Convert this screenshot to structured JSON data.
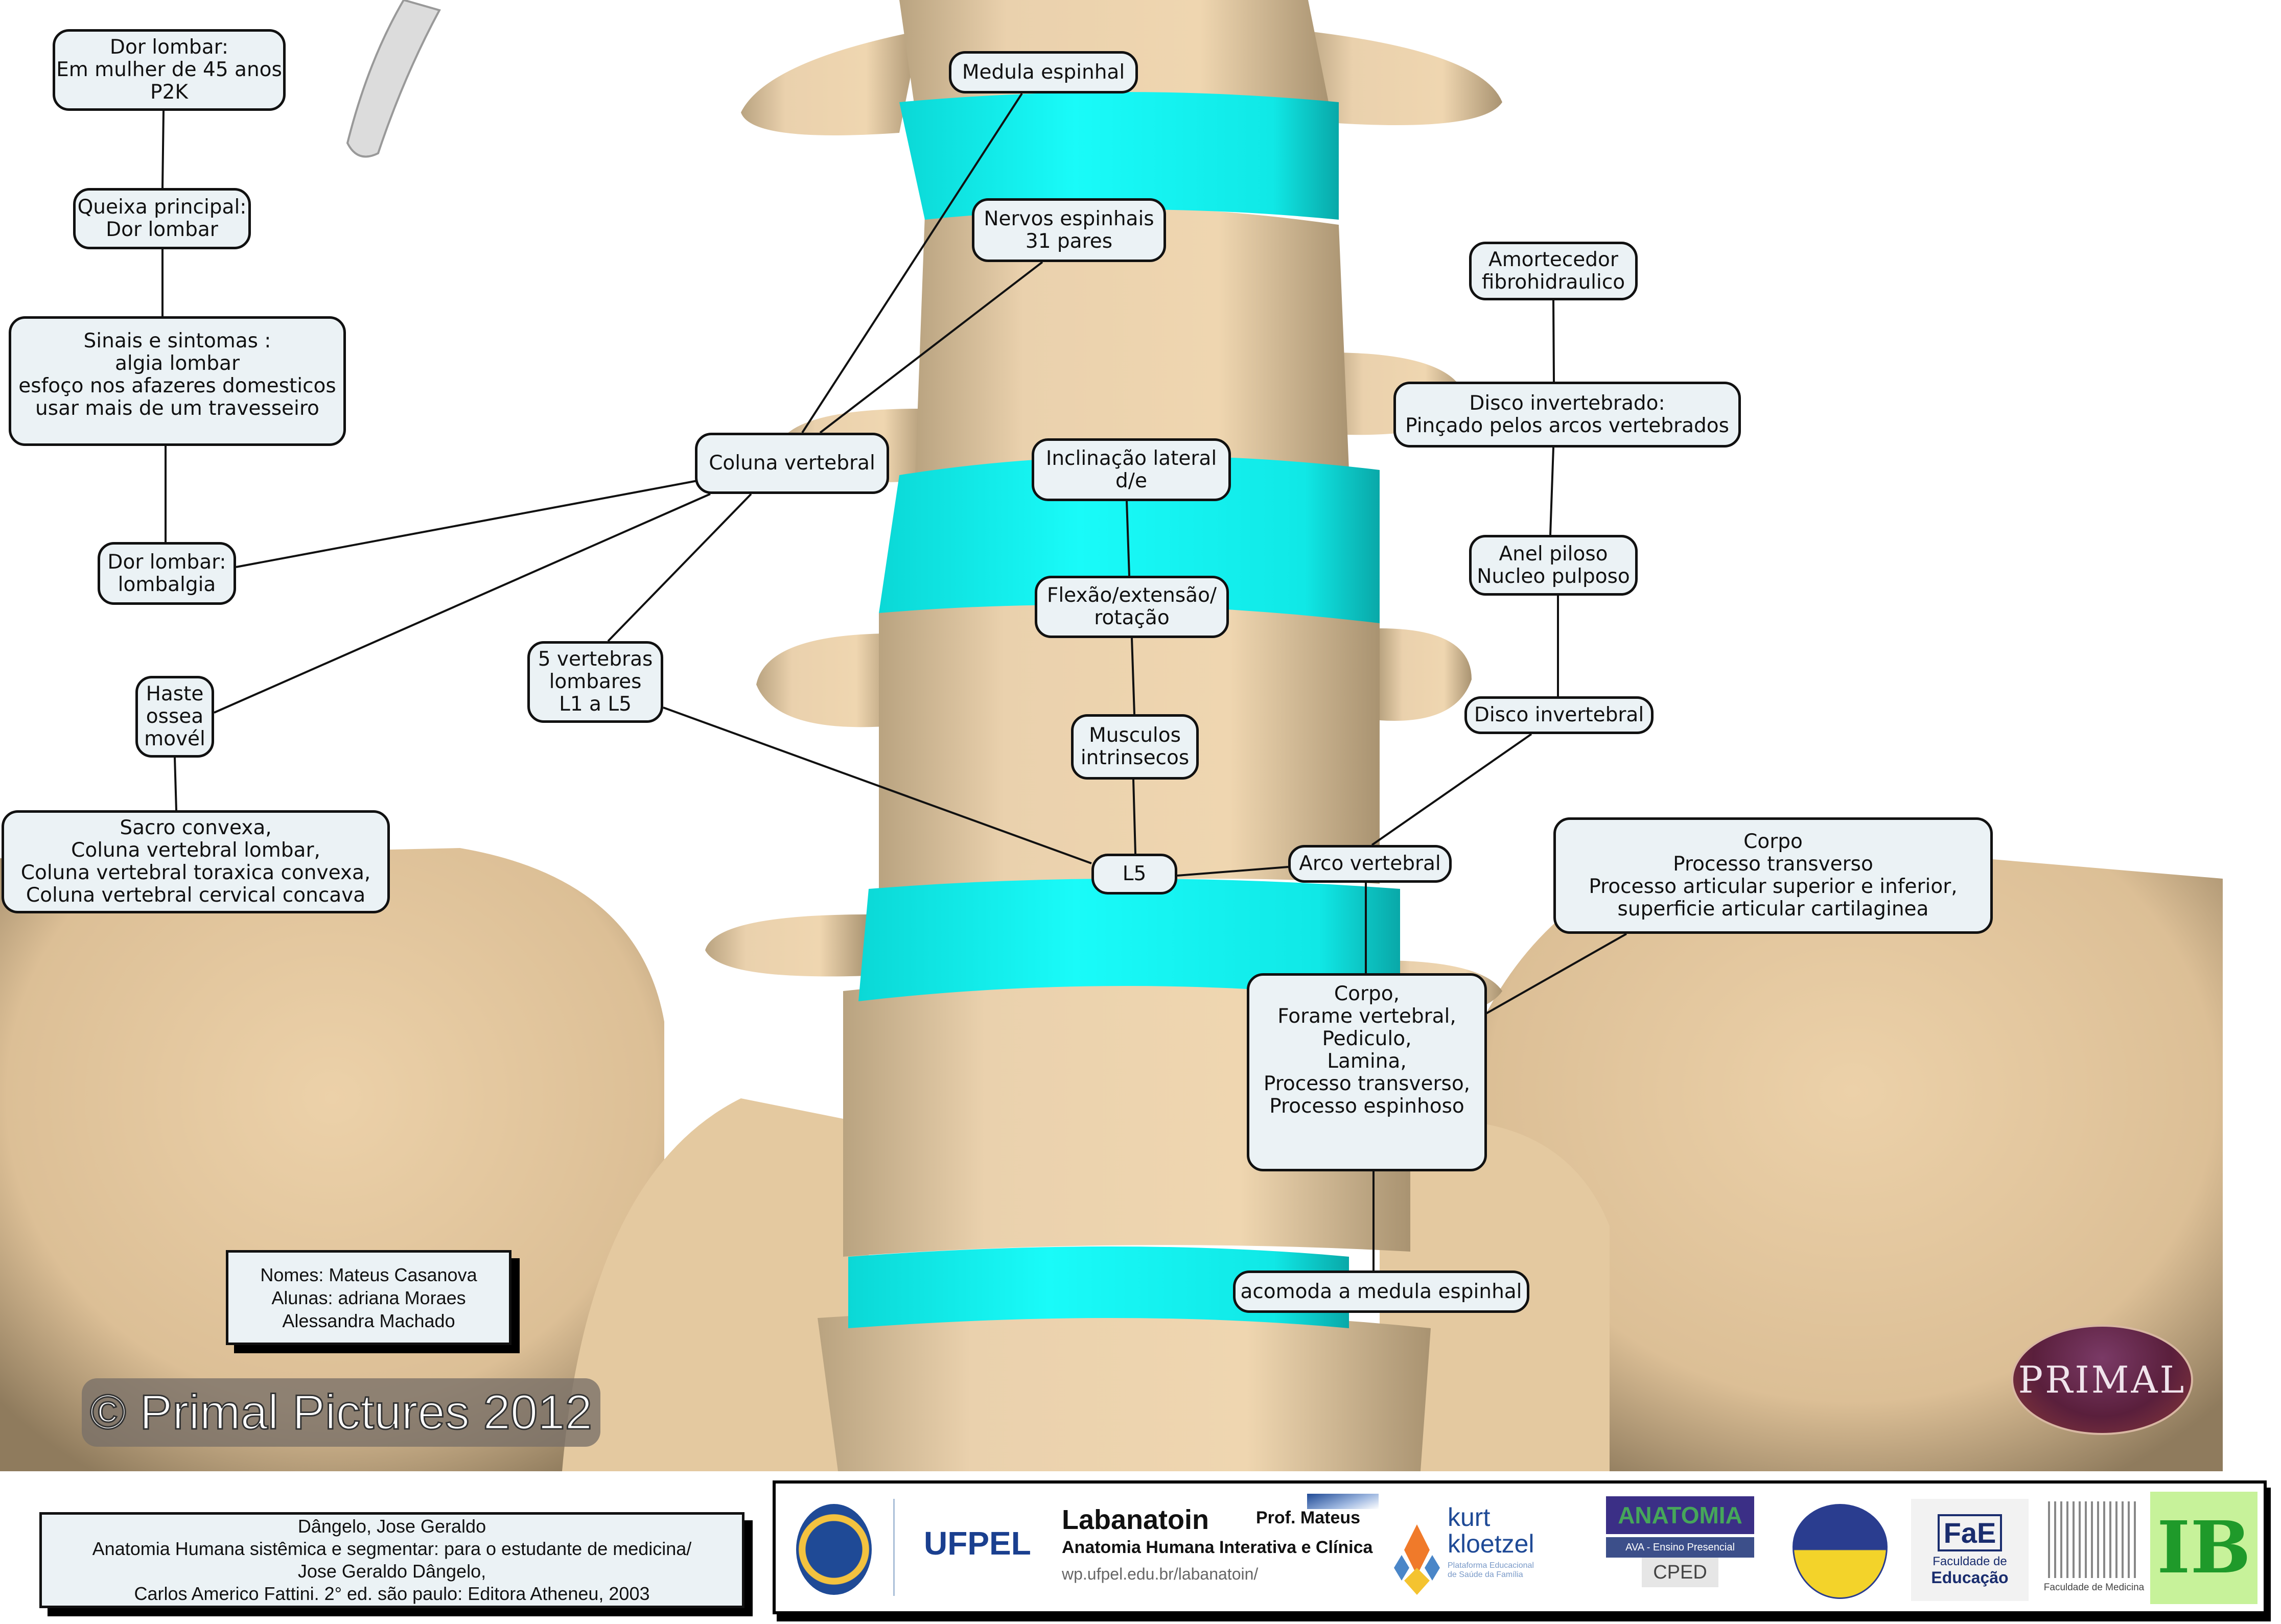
{
  "colors": {
    "bone": "#e9cfa8",
    "disc": "#14f0ee",
    "node_fill": "#ebf2f5",
    "node_border": "#111111",
    "primal_logo": "#5a1f3c"
  },
  "concept_map": {
    "nodes": {
      "dor_lombar_caso": "Dor lombar:\nEm mulher de 45 anos\nP2K",
      "queixa": "Queixa principal:\nDor lombar",
      "sinais": "Sinais e sintomas :\nalgia lombar\nesfoço nos afazeres domesticos\nusar mais de um travesseiro",
      "lombalgia": "Dor lombar:\nlombalgia",
      "haste": "Haste\nossea\nmovél",
      "sacro": "Sacro convexa,\nColuna vertebral lombar,\nColuna vertebral toraxica convexa,\nColuna vertebral cervical concava",
      "vertebras": "5 vertebras\nlombares\nL1 a L5",
      "coluna": "Coluna vertebral",
      "medula": "Medula espinhal",
      "nervos": "Nervos espinhais\n31 pares",
      "inclinacao": "Inclinação lateral\nd/e",
      "flexao": "Flexão/extensão/\nrotação",
      "musculos": "Musculos\nintrinsecos",
      "l5": "L5",
      "arco": "Arco vertebral",
      "amortecedor": "Amortecedor\nfibrohidraulico",
      "disco_pincado": "Disco invertebrado:\nPinçado pelos arcos vertebrados",
      "anel": "Anel piloso\nNucleo pulposo",
      "disco": "Disco invertebral",
      "corpo_processos": "Corpo\nProcesso transverso\nProcesso articular superior e inferior,\nsuperficie articular cartilaginea",
      "corpo_forame": "Corpo,\nForame vertebral,\nPediculo,\nLamina,\nProcesso transverso,\nProcesso espinhoso",
      "acomoda": "acomoda a medula espinhal"
    }
  },
  "authors": {
    "line1": "Nomes: Mateus Casanova",
    "line2": "Alunas: adriana Moraes",
    "line3": "Alessandra Machado"
  },
  "reference": {
    "line1": "Dângelo, Jose Geraldo",
    "line2": "Anatomia Humana sistêmica e segmentar: para o estudante de medicina/",
    "line3": "Jose Geraldo Dângelo,",
    "line4": "Carlos Americo Fattini. 2° ed. são paulo: Editora Atheneu, 2003"
  },
  "watermark": "© Primal Pictures 2012",
  "primal_logo": "PRIMAL",
  "logos": {
    "ufpel": "UFPEL",
    "labanatoin_title": "Labanatoin",
    "labanatoin_subtitle": "Anatomia Humana Interativa e Clínica",
    "labanatoin_url": "wp.ufpel.edu.br/labanatoin/",
    "prof": "Prof. Mateus",
    "kurt_name": "kurt\nkloetzel",
    "kurt_tagline": "Plataforma Educacional\nde Saúde da Família",
    "anatomia": "ANATOMIA",
    "ava": "AVA - Ensino Presencial",
    "cped": "CPED",
    "fae_mark": "FaE",
    "fae_label1": "Faculdade de",
    "fae_label2": "Educação",
    "famed": "Faculdade de Medicina",
    "ib": "IB"
  }
}
